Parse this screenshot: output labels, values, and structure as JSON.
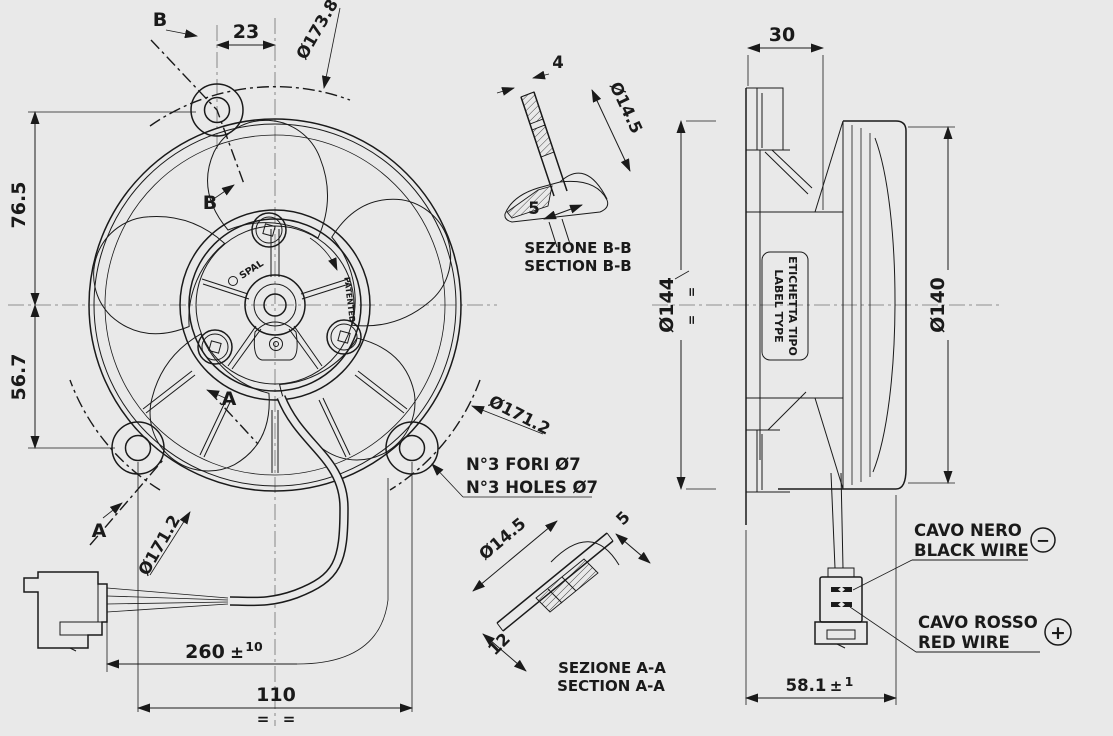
{
  "colors": {
    "bg": "#e9e9e9",
    "line": "#1a1a1a",
    "centerline": "#8f8f8f"
  },
  "front": {
    "dim_23": "23",
    "dia_top": "Ø173.8",
    "dim_left_upper": "76.5",
    "dim_left_lower": "56.7",
    "dia_bolt": "Ø171.2",
    "holes_it": "N°3 FORI Ø7",
    "holes_en": "N°3 HOLES Ø7",
    "wire_len": "260",
    "pm": "±",
    "wire_tol": "10",
    "dim_110": "110",
    "eq": "=",
    "brand": "SPAL",
    "patented": "PATENTED",
    "sec_b": "B",
    "sec_a": "A"
  },
  "section_bb": {
    "title_it": "SEZIONE B-B",
    "title_en": "SECTION B-B",
    "thk": "4",
    "dia": "Ø14.5",
    "pad": "5"
  },
  "section_aa": {
    "title_it": "SEZIONE A-A",
    "title_en": "SECTION A-A",
    "dia": "Ø14.5",
    "pad": "5",
    "depth": "12"
  },
  "side": {
    "dim_30": "30",
    "dia_outer": "Ø144",
    "dia_inner": "Ø140",
    "label_it": "ETICHETTA TIPO",
    "label_en": "LABEL TYPE",
    "depth": "58.1",
    "pm": "±",
    "depth_tol": "1",
    "eq": "="
  },
  "wiring": {
    "black_it": "CAVO NERO",
    "black_en": "BLACK WIRE",
    "minus": "−",
    "red_it": "CAVO ROSSO",
    "red_en": "RED WIRE",
    "plus": "+"
  }
}
